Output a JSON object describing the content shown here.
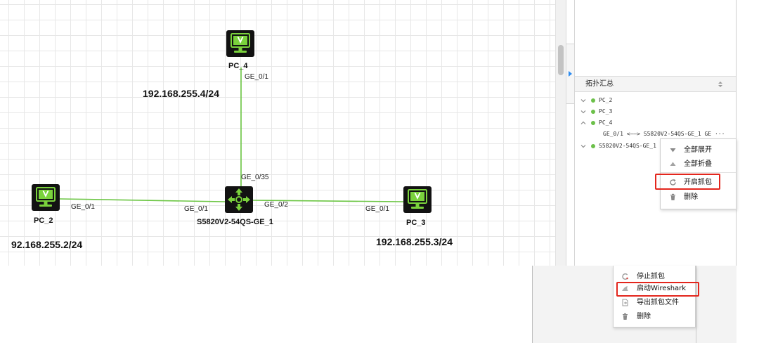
{
  "canvas": {
    "grid": true,
    "nodes": {
      "pc4": {
        "label": "PC_4",
        "ip": "192.168.255.4/24",
        "icon": "pc-monitor-icon"
      },
      "pc2": {
        "label": "PC_2",
        "ip": "92.168.255.2/24",
        "icon": "pc-monitor-icon"
      },
      "pc3": {
        "label": "PC_3",
        "ip": "192.168.255.3/24",
        "icon": "pc-monitor-icon"
      },
      "switch": {
        "label": "S5820V2-54QS-GE_1",
        "icon": "switch-arrows-icon"
      }
    },
    "ports": {
      "pc4_port": "GE_0/1",
      "switch_to_pc4": "GE_0/35",
      "pc2_port": "GE_0/1",
      "switch_to_pc2": "GE_0/1",
      "switch_to_pc3": "GE_0/2",
      "pc3_port": "GE_0/1"
    }
  },
  "summary_panel": {
    "title": "拓扑汇总",
    "toggle_icon": "sort-arrows-icon",
    "collapse_handle_icon": "caret-right-icon",
    "tree": [
      {
        "label": "PC_2",
        "expanded": false,
        "status_color": "#6cc04a"
      },
      {
        "label": "PC_3",
        "expanded": false,
        "status_color": "#6cc04a"
      },
      {
        "label": "PC_4",
        "expanded": true,
        "status_color": "#6cc04a",
        "children": [
          {
            "label": "GE_0/1 <——> S5820V2-54QS-GE_1 GE ···"
          }
        ]
      },
      {
        "label": "S5820V2-54QS-GE_1",
        "expanded": false,
        "status_color": "#6cc04a"
      }
    ]
  },
  "context_menu": {
    "items": [
      {
        "label": "全部展开",
        "icon": "expand-all-icon"
      },
      {
        "label": "全部折叠",
        "icon": "collapse-all-icon"
      },
      {
        "label": "开启抓包",
        "icon": "start-capture-icon",
        "highlighted": true
      },
      {
        "label": "删除",
        "icon": "trash-icon"
      }
    ]
  },
  "capture_menu": {
    "items": [
      {
        "label": "停止抓包",
        "icon": "stop-capture-icon"
      },
      {
        "label": "启动Wireshark",
        "icon": "wireshark-fin-icon",
        "highlighted": true
      },
      {
        "label": "导出抓包文件",
        "icon": "export-file-icon"
      },
      {
        "label": "删除",
        "icon": "trash-icon"
      }
    ]
  },
  "colors": {
    "link": "#6cc644",
    "highlight": "#e3261d",
    "status_dot": "#6cc04a",
    "device_body": "#121212",
    "device_accent": "#7ad23c",
    "panel_handle": "#2d8cf0"
  }
}
